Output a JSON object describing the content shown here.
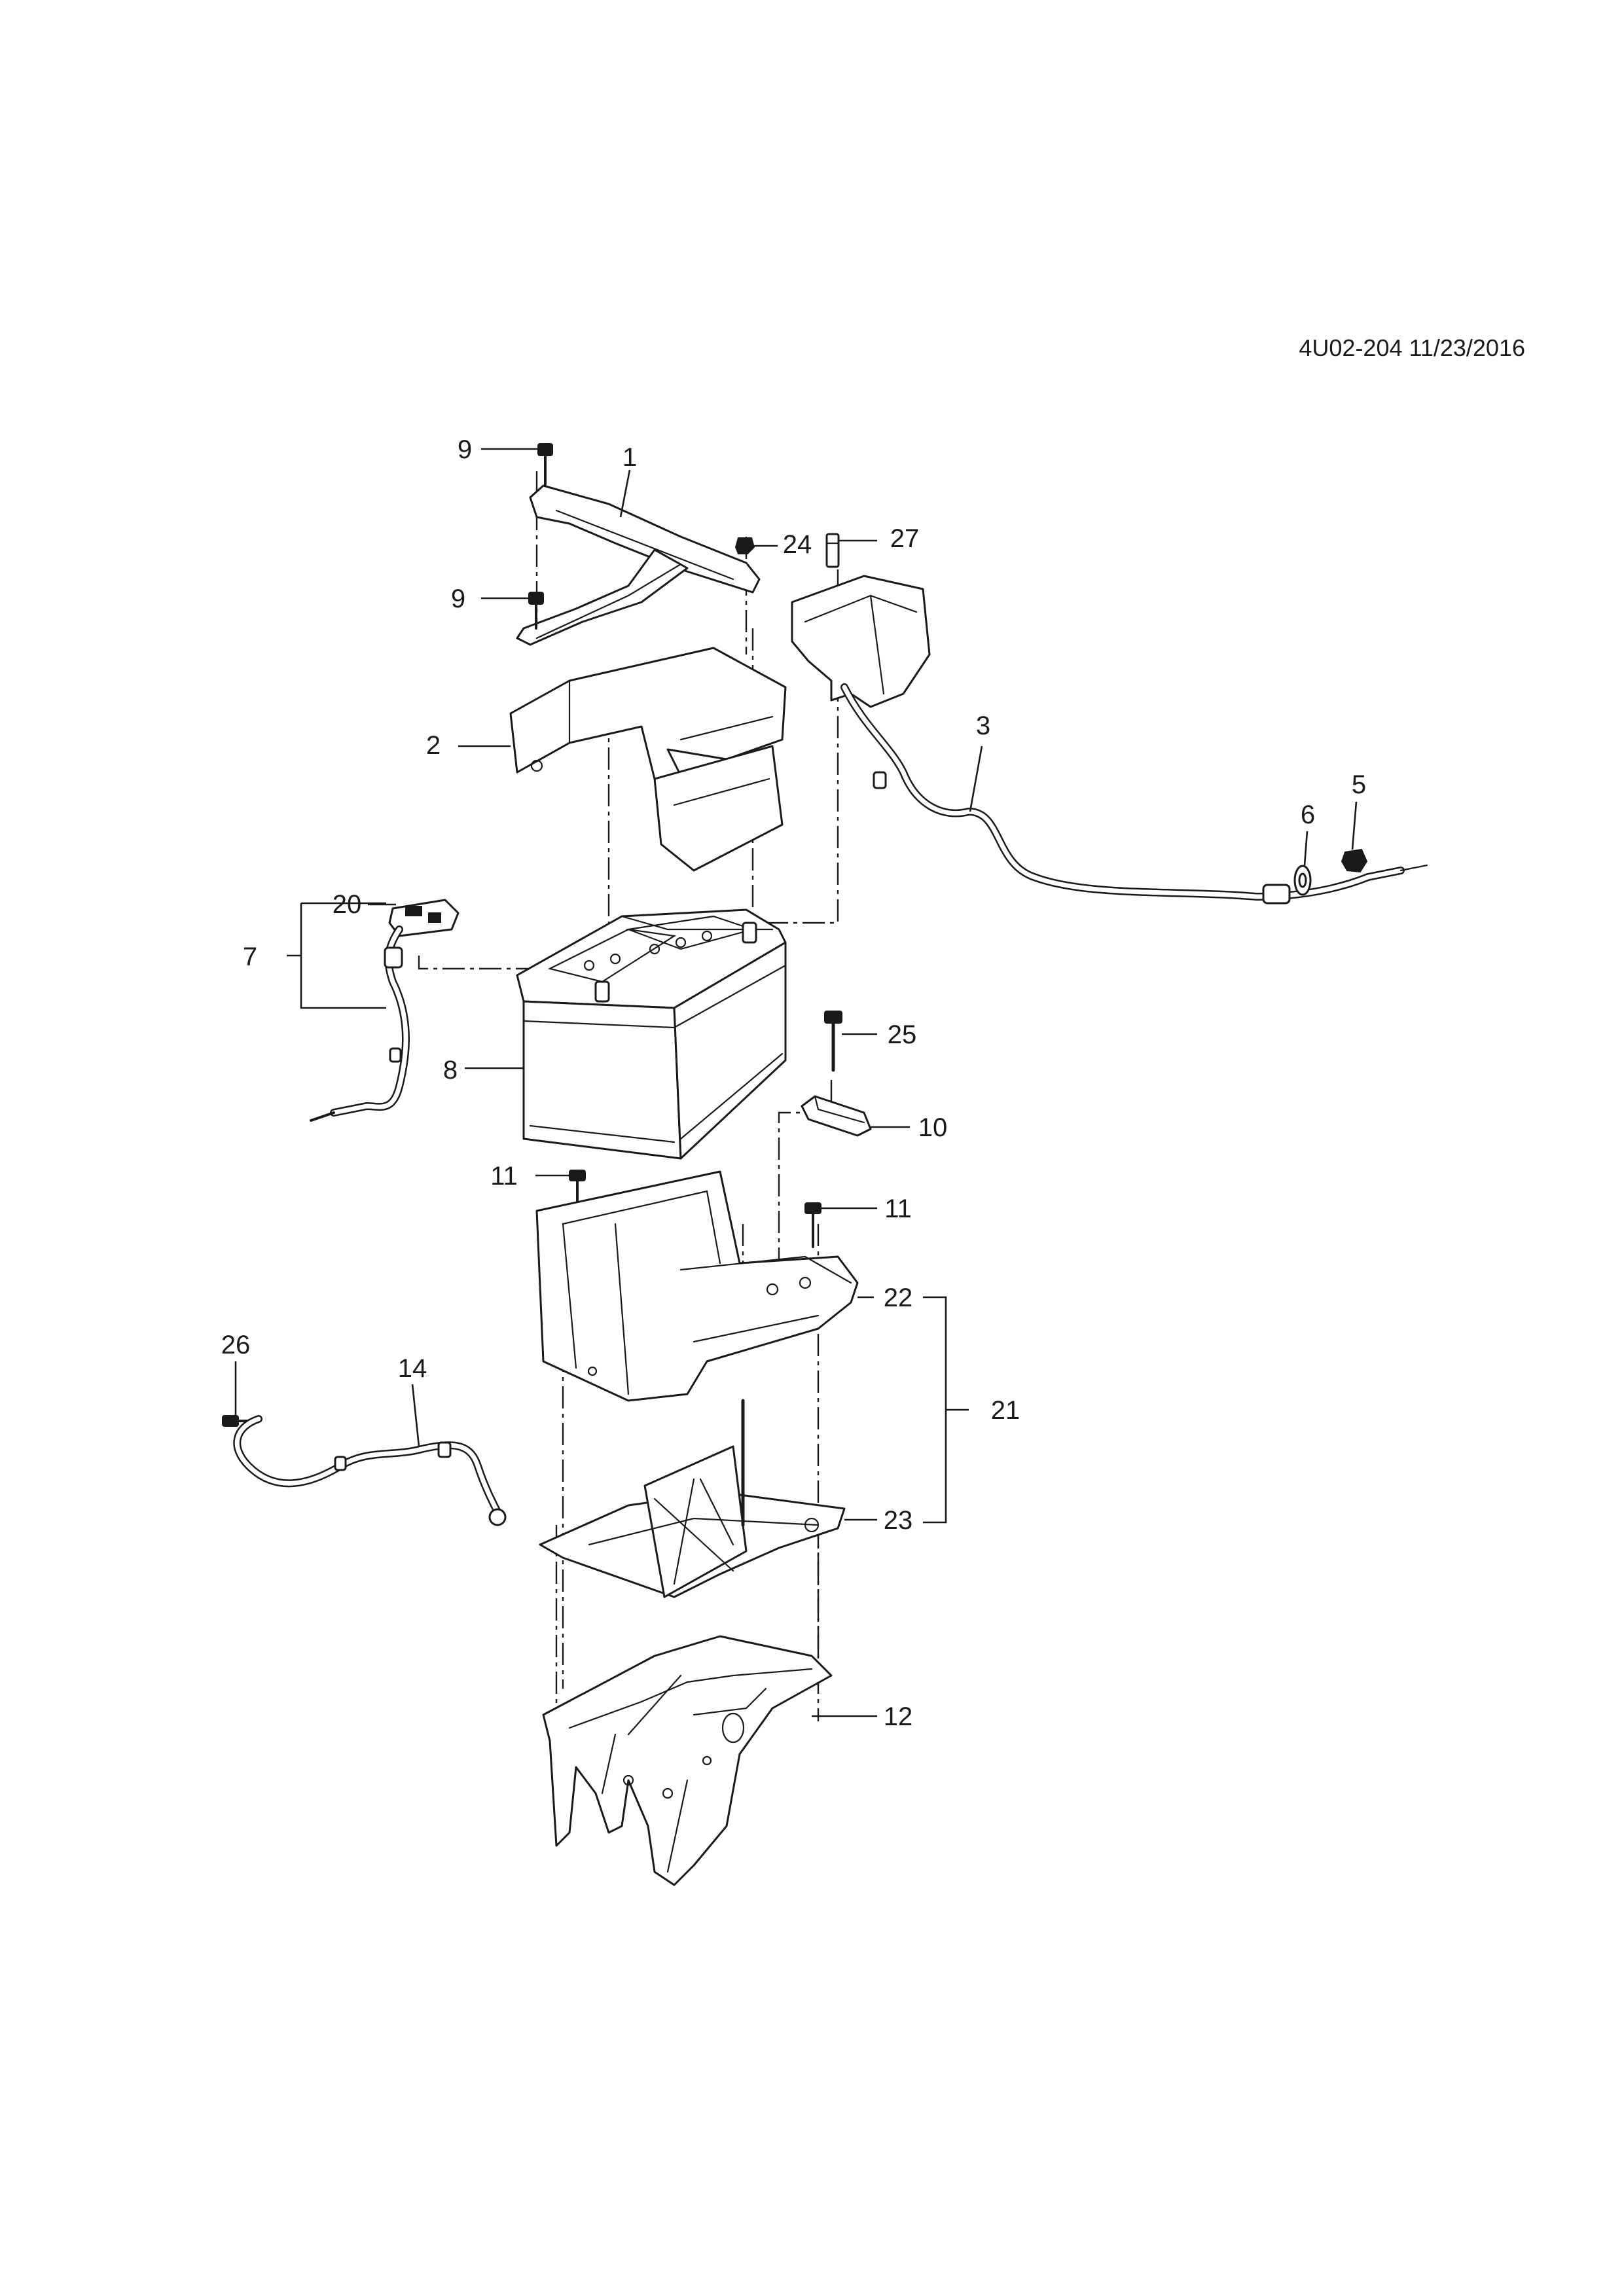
{
  "document": {
    "reference": "4U02-204 11/23/2016"
  },
  "callouts": [
    {
      "id": "c9a",
      "text": "9"
    },
    {
      "id": "c1",
      "text": "1"
    },
    {
      "id": "c24",
      "text": "24"
    },
    {
      "id": "c27",
      "text": "27"
    },
    {
      "id": "c9b",
      "text": "9"
    },
    {
      "id": "c2",
      "text": "2"
    },
    {
      "id": "c3",
      "text": "3"
    },
    {
      "id": "c5",
      "text": "5"
    },
    {
      "id": "c6",
      "text": "6"
    },
    {
      "id": "c20",
      "text": "20"
    },
    {
      "id": "c7",
      "text": "7"
    },
    {
      "id": "c8",
      "text": "8"
    },
    {
      "id": "c25",
      "text": "25"
    },
    {
      "id": "c10",
      "text": "10"
    },
    {
      "id": "c11a",
      "text": "11"
    },
    {
      "id": "c11b",
      "text": "11"
    },
    {
      "id": "c22",
      "text": "22"
    },
    {
      "id": "c21",
      "text": "21"
    },
    {
      "id": "c26",
      "text": "26"
    },
    {
      "id": "c14",
      "text": "14"
    },
    {
      "id": "c23",
      "text": "23"
    },
    {
      "id": "c12",
      "text": "12"
    }
  ]
}
